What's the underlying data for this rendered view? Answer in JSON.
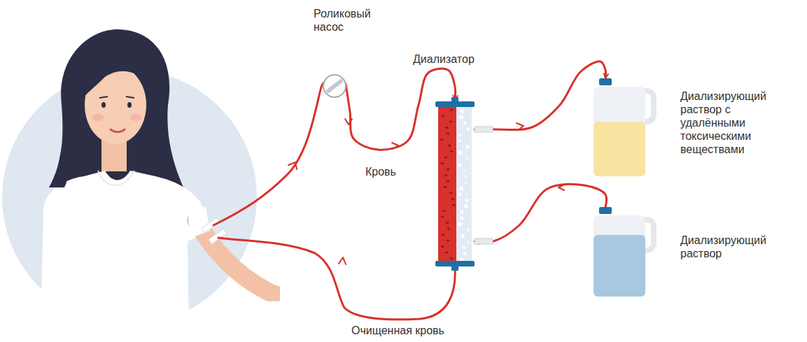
{
  "diagram": {
    "nodes": [
      {
        "text": [
          "Роликовый насос"
        ]
      },
      {
        "text": [
          "Диализатор"
        ]
      },
      {
        "text": [
          "Диализирующий раствор с удалёнными токсическими веществами"
        ]
      },
      {
        "text": [
          "Диализирующий раствор"
        ]
      }
    ],
    "edges": [
      {
        "from": 0,
        "to": 1,
        "arrow": "to",
        "label": "Кровь"
      },
      {
        "from": 1,
        "to": 2,
        "arrow": "to"
      },
      {
        "from": 3,
        "to": 1,
        "arrow": "to"
      }
    ],
    "labels": [
      "Очищенная кровь"
    ]
  }
}
